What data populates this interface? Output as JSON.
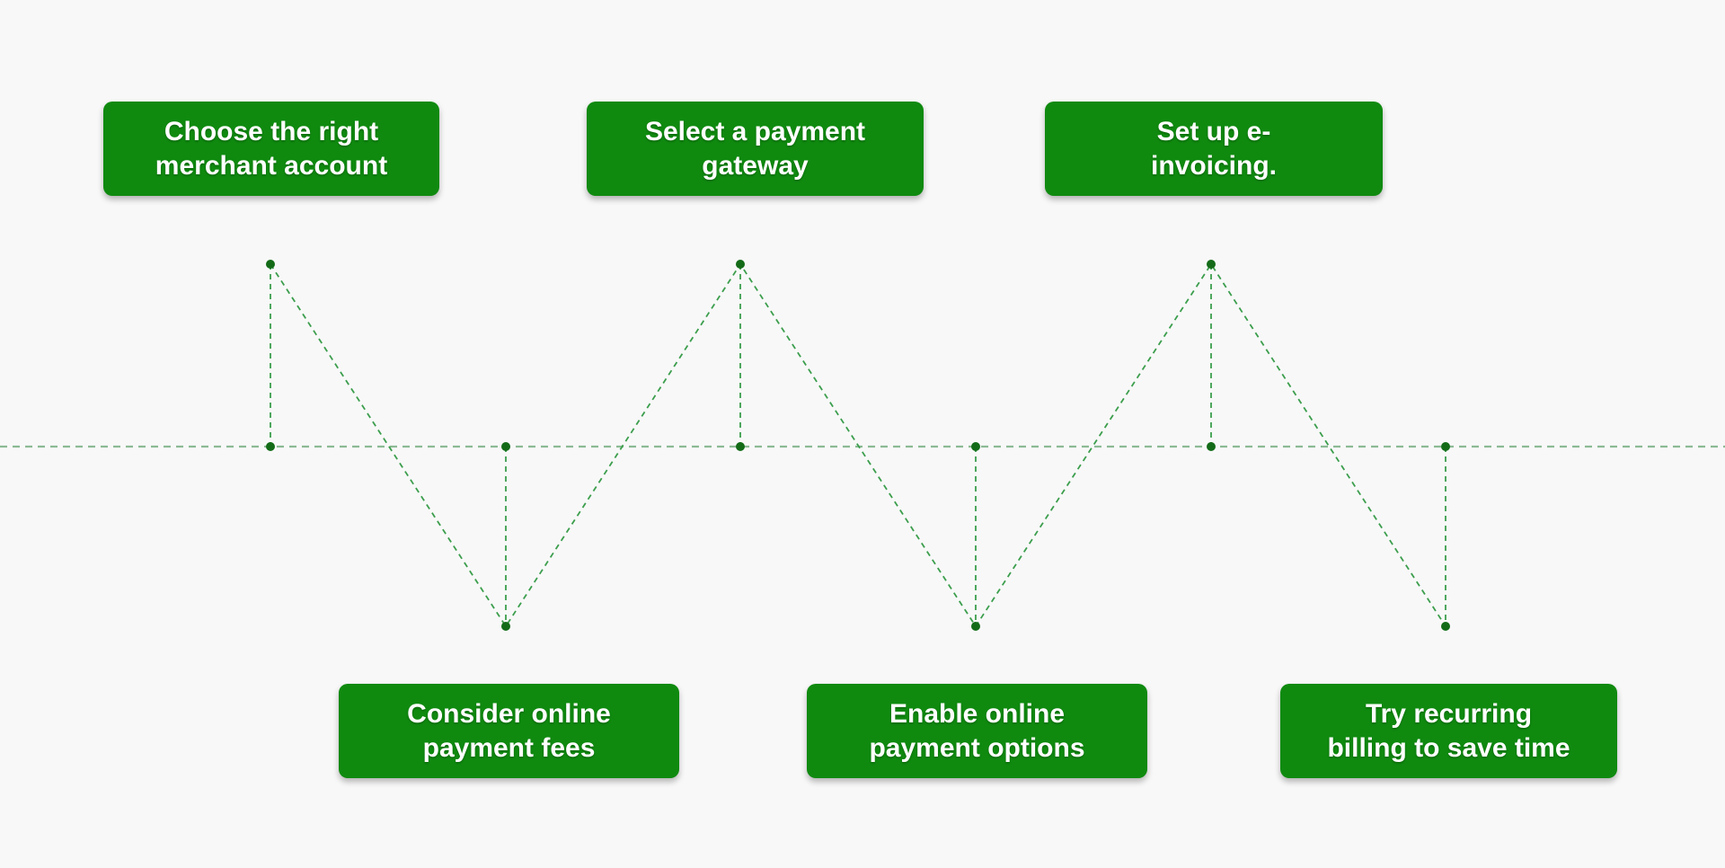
{
  "colors": {
    "background": "#f8f8f8",
    "box_green": "#0f8a0f",
    "line_green": "#3c9e4d",
    "axis_green": "#8cba94",
    "dot_green": "#136b18",
    "box_text": "#ffffff"
  },
  "diagram": {
    "steps": [
      {
        "label": "Choose the right merchant account",
        "line1": "Choose the right",
        "line2": "merchant account",
        "position": "top"
      },
      {
        "label": "Select a payment gateway",
        "line1": "Select a payment",
        "line2": "gateway",
        "position": "top"
      },
      {
        "label": "Set up e-invoicing.",
        "line1": "Set up e-",
        "line2": "invoicing.",
        "position": "top"
      },
      {
        "label": "Consider online payment fees",
        "line1": "Consider online",
        "line2": "payment fees",
        "position": "bottom"
      },
      {
        "label": "Enable online payment options",
        "line1": "Enable online",
        "line2": "payment options",
        "position": "bottom"
      },
      {
        "label": "Try recurring billing to save time",
        "line1": "Try recurring",
        "line2": "billing to save time",
        "position": "bottom"
      }
    ]
  }
}
